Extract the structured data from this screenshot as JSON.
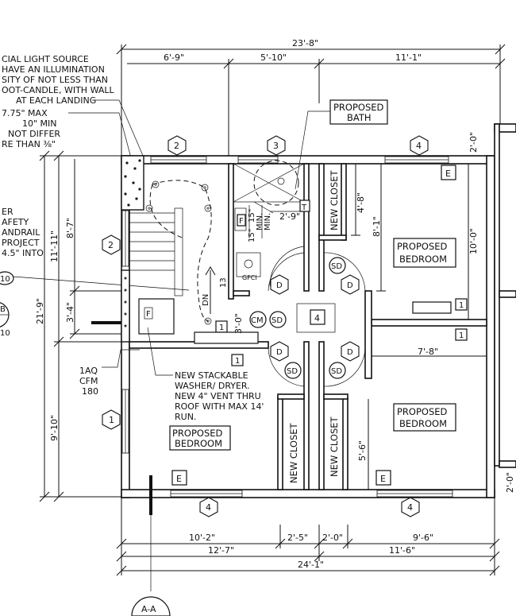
{
  "notes": {
    "light_note": [
      "CIAL LIGHT SOURCE",
      "HAVE AN ILLUMINATION",
      "SITY OF NOT LESS THAN",
      "OOT-CANDLE, WITH WALL",
      "AT EACH LANDING"
    ],
    "riser_note": [
      "7.75\" MAX",
      "10\" MIN",
      "NOT DIFFER",
      "RE THAN ⅜\""
    ],
    "guard_note": [
      "ER",
      "AFETY",
      "ANDRAIL",
      "PROJECT",
      "4.5\" INTO"
    ],
    "washer_note": [
      "NEW STACKABLE",
      "WASHER/ DRYER.",
      "NEW 4\" VENT THRU",
      "ROOF WITH MAX 14'",
      "RUN."
    ],
    "iaq_note": [
      "1AQ",
      "CFM",
      "180"
    ]
  },
  "rooms": {
    "bath": [
      "PROPOSED",
      "BATH"
    ],
    "bedroom_ne": [
      "PROPOSED",
      "BEDROOM"
    ],
    "bedroom_se": [
      "PROPOSED",
      "BEDROOM"
    ],
    "bedroom_sw": [
      "PROPOSED",
      "BEDROOM"
    ],
    "closet_top": "NEW CLOSET",
    "closet_bot_left": "NEW CLOSET",
    "closet_bot_right": "NEW CLOSET"
  },
  "dimensions": {
    "top_overall": "23'-8\"",
    "top_a": "6'-9\"",
    "top_b": "5'-10\"",
    "top_c": "11'-1\"",
    "bath_width": "2'-9\"",
    "min_15_a": "15\"",
    "min_15_b": "15\"",
    "min_label_a": "MIN.",
    "min_label_b": "MIN.",
    "hall_width": "3'-0\"",
    "closet_depth": "4'-8\"",
    "ne_bed_depth_a": "8'-1\"",
    "ne_bed_depth_b": "10'-0\"",
    "right_top": "2'-0\"",
    "right_bot": "2'-0\"",
    "se_bed_width": "7'-8\"",
    "se_closet_depth": "5'-6\"",
    "left_overall": "21'-9\"",
    "left_upper": "11'-11\"",
    "left_lower": "9'-10\"",
    "stair_a": "8'-7\"",
    "stair_b": "3'-4\"",
    "bot_a": "10'-2\"",
    "bot_b": "2'-5\"",
    "bot_c": "2'-0\"",
    "bot_d": "9'-6\"",
    "bot_e": "12'-7\"",
    "bot_f": "11'-6\"",
    "bot_overall": "24'-1\""
  },
  "tags": {
    "window_2a": "2",
    "window_3": "3",
    "window_4a": "4",
    "window_2b": "2",
    "window_1": "1",
    "window_4b": "4",
    "window_4c": "4",
    "center_4": "4",
    "egress": "E",
    "smoke": "SD",
    "co": "CM",
    "door": "D",
    "gfci": "GFCI",
    "fan": "F",
    "bath_t": "T",
    "stair_dn": "DN",
    "stair_count": "13",
    "heater": "1",
    "left_ten": "10",
    "left_b": "B",
    "left_ten2": "10",
    "section": "A-A"
  }
}
